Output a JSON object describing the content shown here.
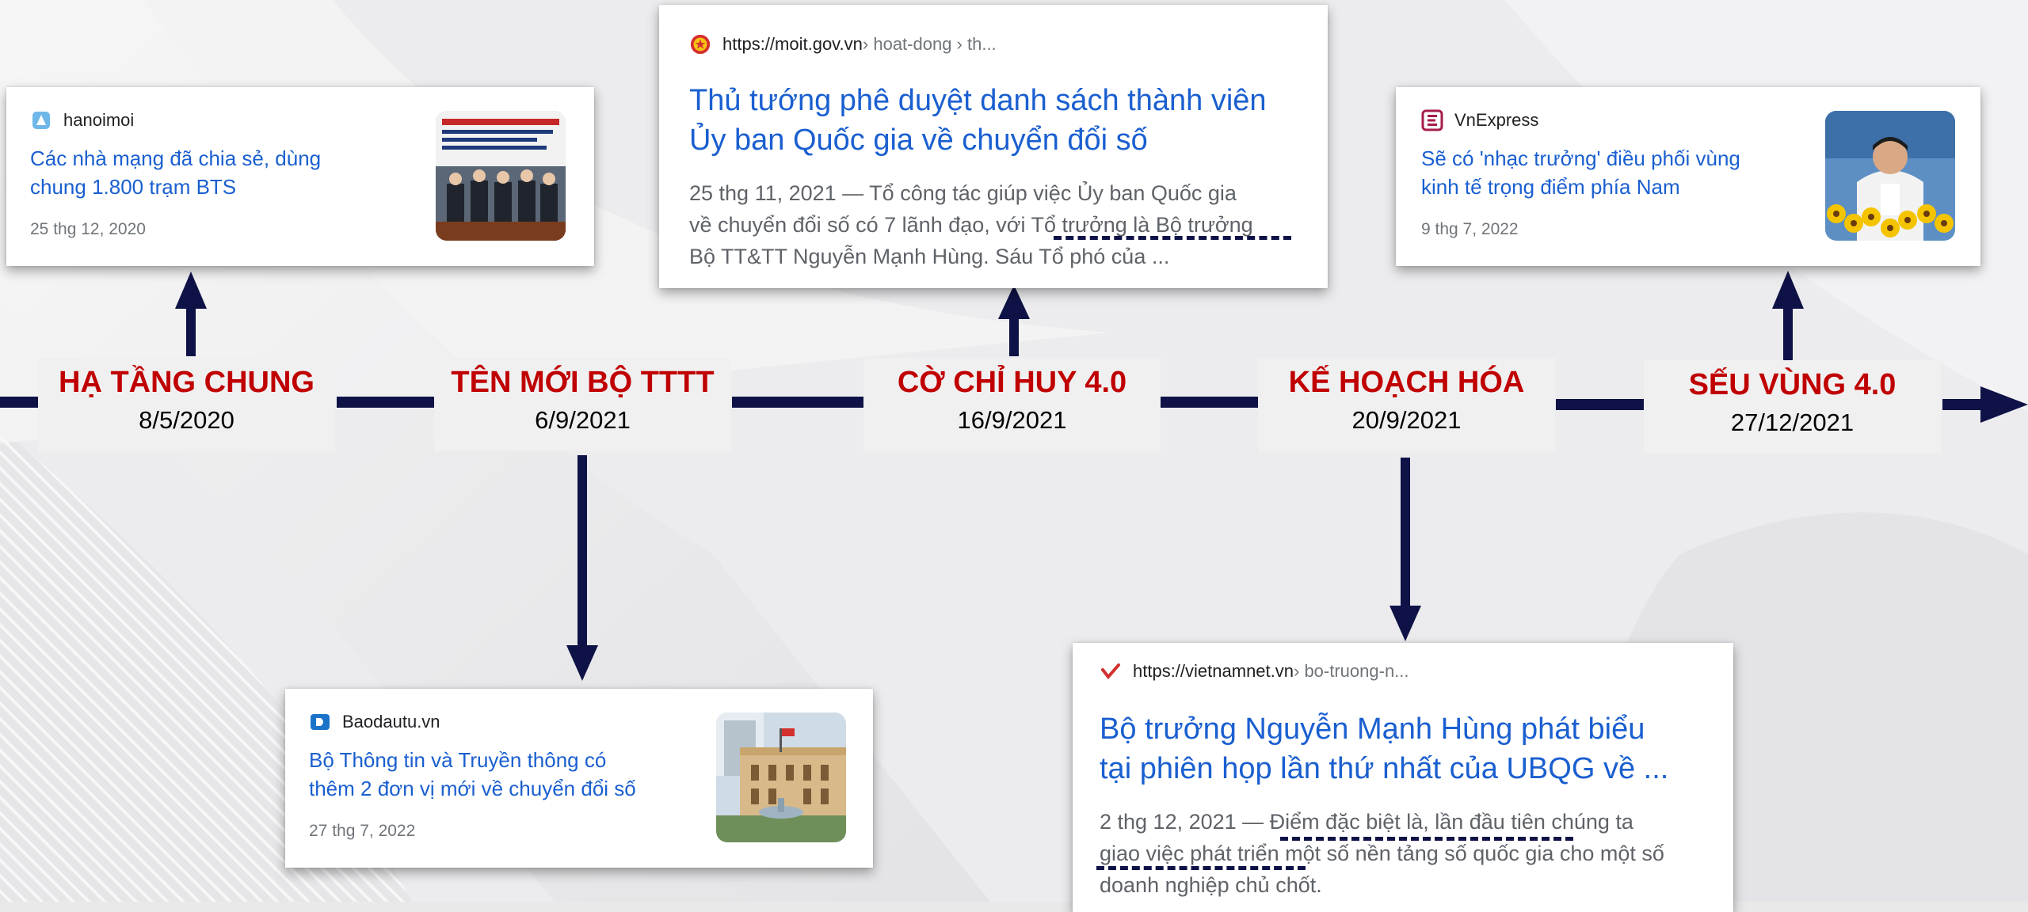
{
  "colors": {
    "timeline": "#0f1246",
    "event_title": "#c00000",
    "link": "#1a5fd0"
  },
  "events": [
    {
      "title": "HẠ TẦNG CHUNG",
      "date": "8/5/2020"
    },
    {
      "title": "TÊN MỚI BỘ TTTT",
      "date": "6/9/2021"
    },
    {
      "title": "CỜ CHỈ HUY 4.0",
      "date": "16/9/2021"
    },
    {
      "title": "KẾ HOẠCH HÓA",
      "date": "20/9/2021"
    },
    {
      "title": "SẾU VÙNG 4.0",
      "date": "27/12/2021"
    }
  ],
  "cards": {
    "hanoimoi": {
      "source": "hanoimoi",
      "icon": "hanoimoi-logo-icon",
      "title_line1": "Các nhà mạng đã chia sẻ, dùng",
      "title_line2": "chung 1.800 trạm BTS",
      "date": "25 thg 12, 2020"
    },
    "moit": {
      "source": "https://moit.gov.vn",
      "path": " › hoat-dong › th...",
      "icon": "vietnam-emblem-icon",
      "title_line1": "Thủ tướng phê duyệt danh sách thành viên",
      "title_line2": "Ủy ban Quốc gia về chuyển đổi số",
      "snippet_line1": "25 thg 11, 2021 — Tổ công tác giúp việc Ủy ban Quốc gia",
      "snippet_line2": "về chuyển đổi số có 7 lãnh đạo, với Tổ trưởng là Bộ trưởng",
      "snippet_line3": "Bộ TT&TT Nguyễn Mạnh Hùng. Sáu Tổ phó của ..."
    },
    "vnexpress": {
      "source": "VnExpress",
      "icon": "vnexpress-logo-icon",
      "title_line1": "Sẽ có 'nhạc trưởng' điều phối vùng",
      "title_line2": "kinh tế trọng điểm phía Nam",
      "date": "9 thg 7, 2022"
    },
    "baodautu": {
      "source": "Baodautu.vn",
      "icon": "baodautu-logo-icon",
      "title_line1": "Bộ Thông tin và Truyền thông có",
      "title_line2": "thêm 2 đơn vị mới về chuyển đổi số",
      "date": "27 thg 7, 2022"
    },
    "vietnamnet": {
      "source": "https://vietnamnet.vn",
      "path": " › bo-truong-n...",
      "icon": "vietnamnet-logo-icon",
      "title_line1": "Bộ trưởng Nguyễn Mạnh Hùng phát biểu",
      "title_line2": "tại phiên họp lần thứ nhất của UBQG về ...",
      "snippet_line1": "2 thg 12, 2021 — Điểm đặc biệt là, lần đầu tiên chúng ta",
      "snippet_line2": "giao việc phát triển một số nền tảng số quốc gia cho một số",
      "snippet_line3": "doanh nghiệp chủ chốt."
    }
  }
}
